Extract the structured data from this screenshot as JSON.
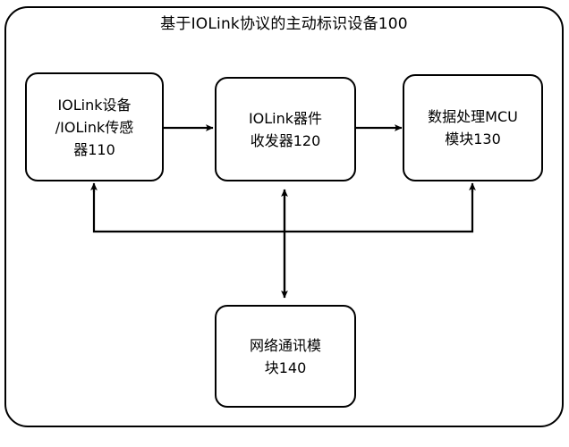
{
  "diagram": {
    "title": "基于IOLink协议的主动标识设备100",
    "background_color": "#ffffff",
    "line_color": "#000000",
    "container_label": "基于IOLink协议的主动标识设备100",
    "nodes": [
      {
        "id": "device",
        "label": "IOLink设备\n/IOLink传感\n器110",
        "ref_number": "110",
        "shape": "rounded-rectangle"
      },
      {
        "id": "transceiver",
        "label": "IOLink器件\n收发器120",
        "ref_number": "120",
        "shape": "rounded-rectangle"
      },
      {
        "id": "mcu",
        "label": "数据处理MCU\n模块130",
        "ref_number": "130",
        "shape": "rounded-rectangle"
      },
      {
        "id": "network",
        "label": "网络通讯模\n块140",
        "ref_number": "140",
        "shape": "rounded-rectangle"
      }
    ],
    "connections": [
      {
        "from": "device",
        "to": "transceiver",
        "direction": "one-way"
      },
      {
        "from": "transceiver",
        "to": "mcu",
        "direction": "one-way"
      },
      {
        "from": "transceiver",
        "to": "network",
        "direction": "two-way"
      },
      {
        "from": "bus",
        "to": "device",
        "direction": "one-way"
      },
      {
        "from": "bus",
        "to": "mcu",
        "direction": "one-way"
      }
    ]
  }
}
